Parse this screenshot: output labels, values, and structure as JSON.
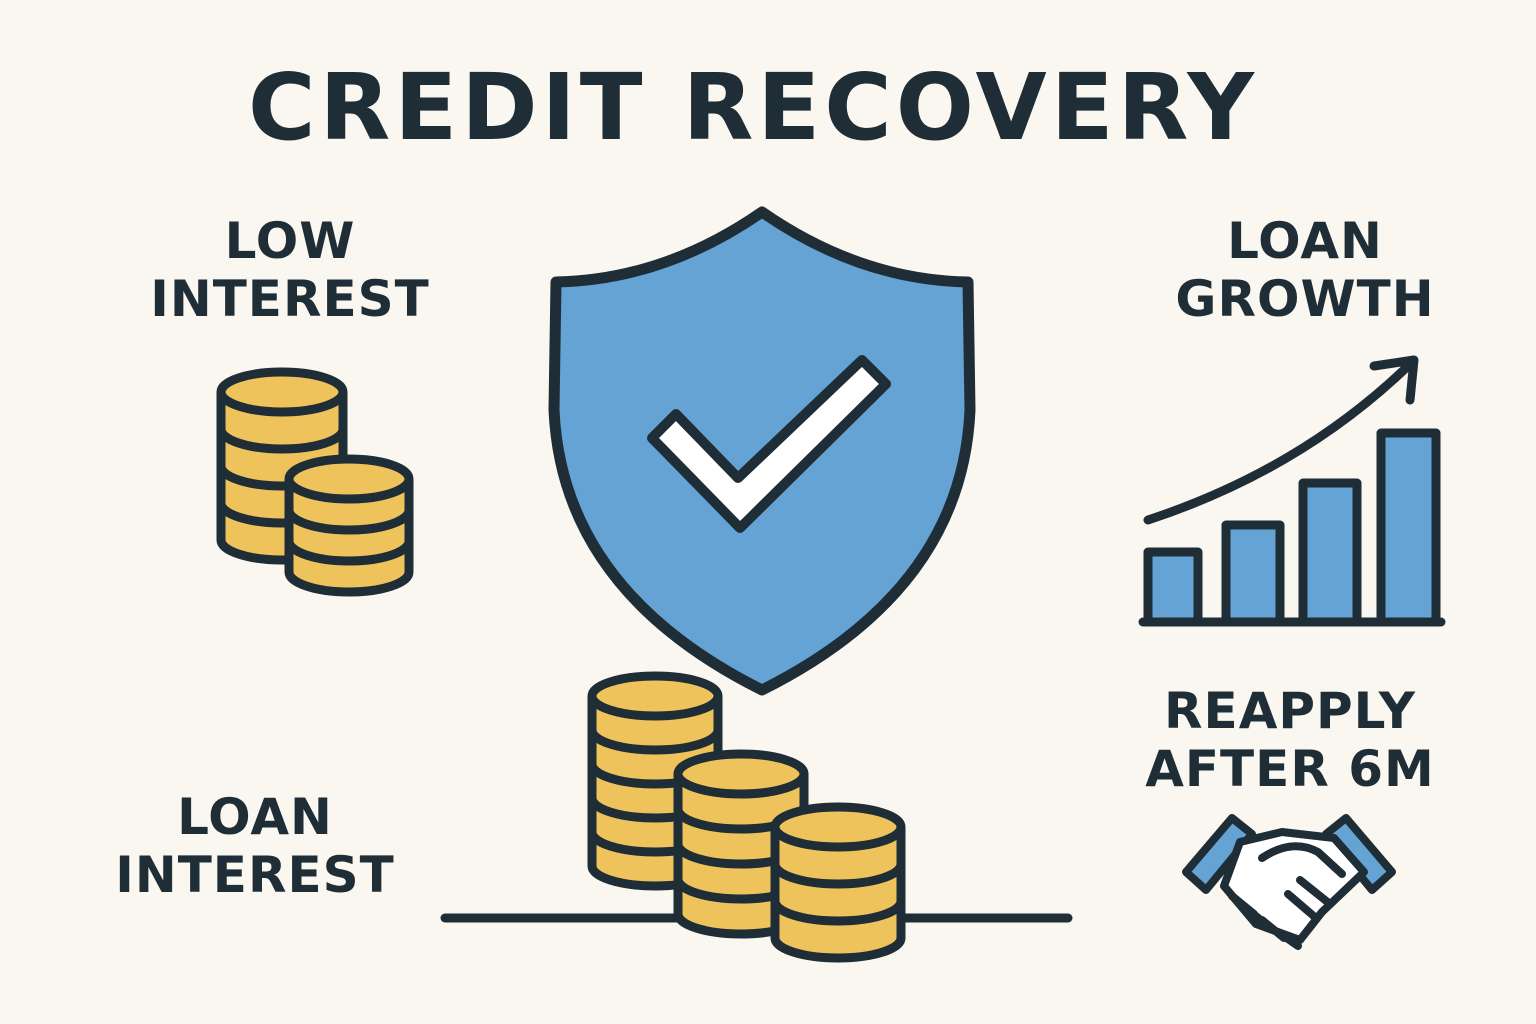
{
  "title": "CREDIT RECOVERY",
  "labels": {
    "low_interest": [
      "LOW",
      "INTEREST"
    ],
    "loan_interest": [
      "LOAN",
      "INTEREST"
    ],
    "loan_growth": [
      "LOAN",
      "GROWTH"
    ],
    "reapply": [
      "REAPPLY",
      "AFTER 6M"
    ]
  },
  "icons": {
    "center": "shield-check-icon",
    "top_left": "coin-stack-icon",
    "top_right": "bar-chart-growth-icon",
    "bottom_right": "handshake-icon"
  },
  "colors": {
    "background": "#faf7f1",
    "ink": "#1f2d36",
    "shield_blue": "#64a3d4",
    "coin_gold": "#efc35c"
  }
}
